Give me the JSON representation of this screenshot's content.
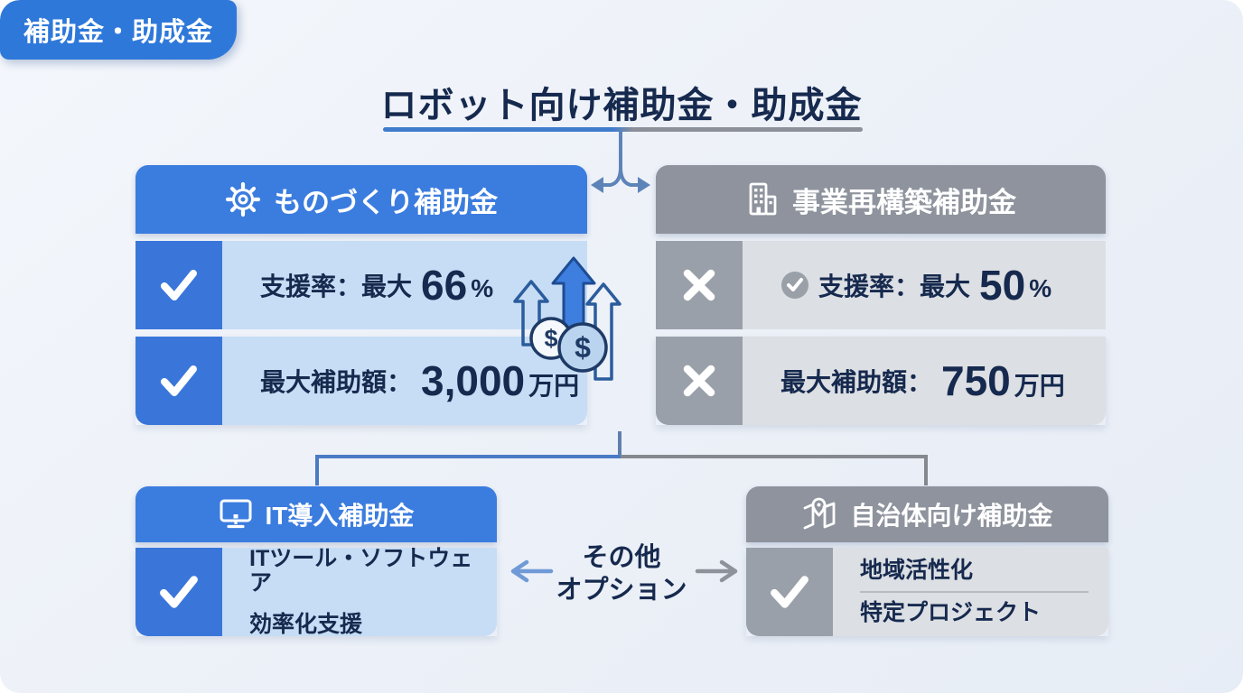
{
  "badge": {
    "label": "補助金・助成金"
  },
  "title": "ロボット向け補助金・助成金",
  "colors": {
    "accent_blue": "#3b7cdf",
    "light_blue_row": "#c7ddf5",
    "header_gray": "#8e939d",
    "light_gray_row": "#dcdfe3",
    "navy_text": "#16294e",
    "connector_blue": "#4a7ac4",
    "connector_gray": "#85898f"
  },
  "cards": {
    "monozukuri": {
      "icon": "gear-icon",
      "header": "ものづくり補助金",
      "rows": [
        {
          "mark": "check-icon",
          "label": "支援率：最大",
          "value": "66",
          "suffix": "%"
        },
        {
          "mark": "check-icon",
          "label": "最大補助額：",
          "value": "3,000",
          "suffix": "万円"
        }
      ]
    },
    "jigyou": {
      "icon": "building-icon",
      "header": "事業再構築補助金",
      "rows": [
        {
          "mark": "cross-icon",
          "inline_icon": "circle-check-icon",
          "label": "支援率：最大",
          "value": "50",
          "suffix": "%"
        },
        {
          "mark": "cross-icon",
          "label": "最大補助額：",
          "value": "750",
          "suffix": "万円"
        }
      ]
    },
    "it": {
      "icon": "monitor-icon",
      "header": "IT導入補助金",
      "mark": "check-icon",
      "lines": [
        "ITツール・ソフトウェア",
        "効率化支援"
      ]
    },
    "jichitai": {
      "icon": "map-pin-icon",
      "header": "自治体向け補助金",
      "mark": "check-icon",
      "lines": [
        "地域活性化",
        "特定プロジェクト"
      ]
    }
  },
  "center": {
    "growth_icon": "money-growth-arrows-icon",
    "coin_symbol": "$",
    "other_line1": "その他",
    "other_line2": "オプション"
  }
}
